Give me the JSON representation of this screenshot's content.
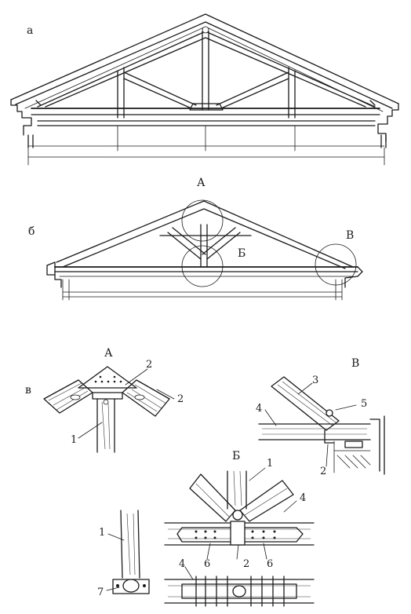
{
  "labels": {
    "fig_a": "а",
    "fig_b": "б",
    "fig_v": "в",
    "node_A_top": "А",
    "node_B_mid": "Б",
    "node_V_right": "В",
    "detail_A": "А",
    "detail_V": "В",
    "detail_B": "Б"
  },
  "callouts": {
    "detailA": [
      "2",
      "2",
      "1"
    ],
    "detailV": [
      "3",
      "5",
      "4",
      "2"
    ],
    "detailB": [
      "1",
      "4",
      "6",
      "2",
      "6"
    ],
    "detailSide": [
      "1",
      "7"
    ],
    "detailBottom": [
      "4"
    ]
  },
  "colors": {
    "ink": "#1a1a1a",
    "paper": "#ffffff"
  }
}
